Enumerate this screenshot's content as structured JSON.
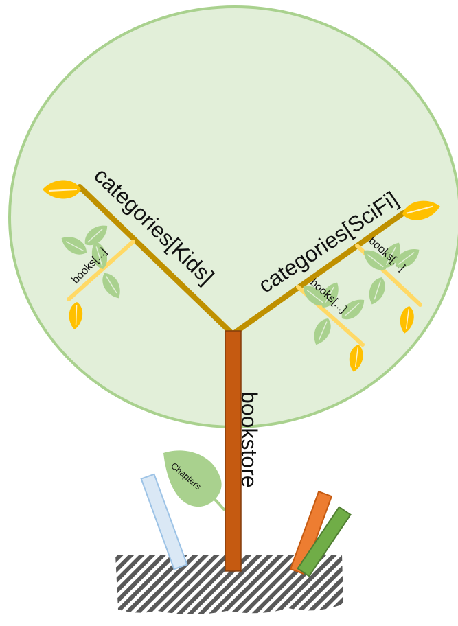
{
  "diagram": {
    "trunk_label": "bookstore",
    "left_branch_label": "categories[Kids]",
    "right_branch_label": "categories[SciFi]",
    "left_twig_label": "books[...]",
    "right_twig_1_label": "books[...]",
    "right_twig_2_label": "books[...]",
    "falling_leaf_label": "Chapters"
  },
  "colors": {
    "canopy_fill": "#e2efd9",
    "canopy_stroke": "#a9d18e",
    "branch": "#bf9000",
    "twig": "#ffd966",
    "leaf_yellow": "#ffc000",
    "leaf_green": "#a9d18e",
    "trunk": "#c55a11",
    "soil_hatch": "#595959",
    "blue_stick": "#dae8f5",
    "orange_stick": "#ed7d31",
    "green_stick": "#70ad47"
  }
}
